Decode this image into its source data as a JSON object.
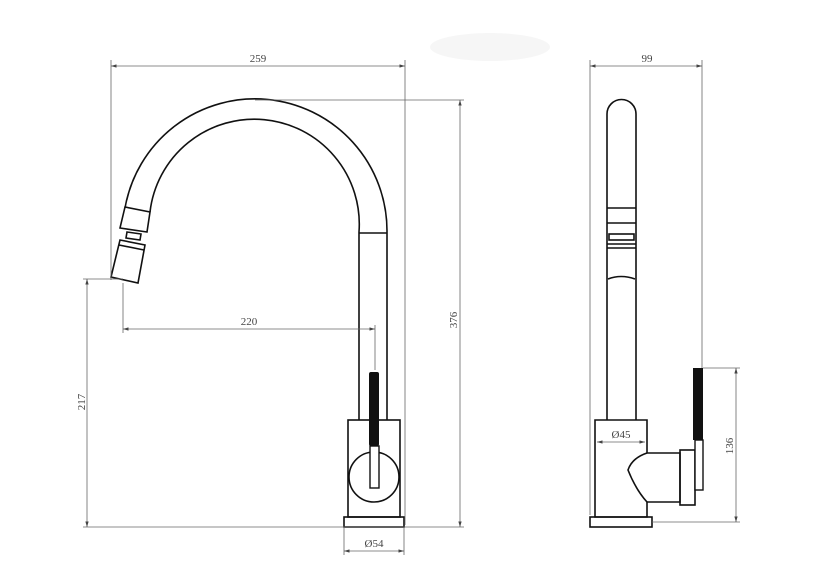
{
  "drawing": {
    "front_view": {
      "overall_width": "259",
      "overall_height": "376",
      "spout_height": "217",
      "spout_reach": "220",
      "base_diameter": "Ø54"
    },
    "side_view": {
      "overall_depth": "99",
      "body_diameter": "Ø45",
      "handle_height": "136"
    },
    "colors": {
      "line": "#111111",
      "dimension": "#666666"
    }
  }
}
